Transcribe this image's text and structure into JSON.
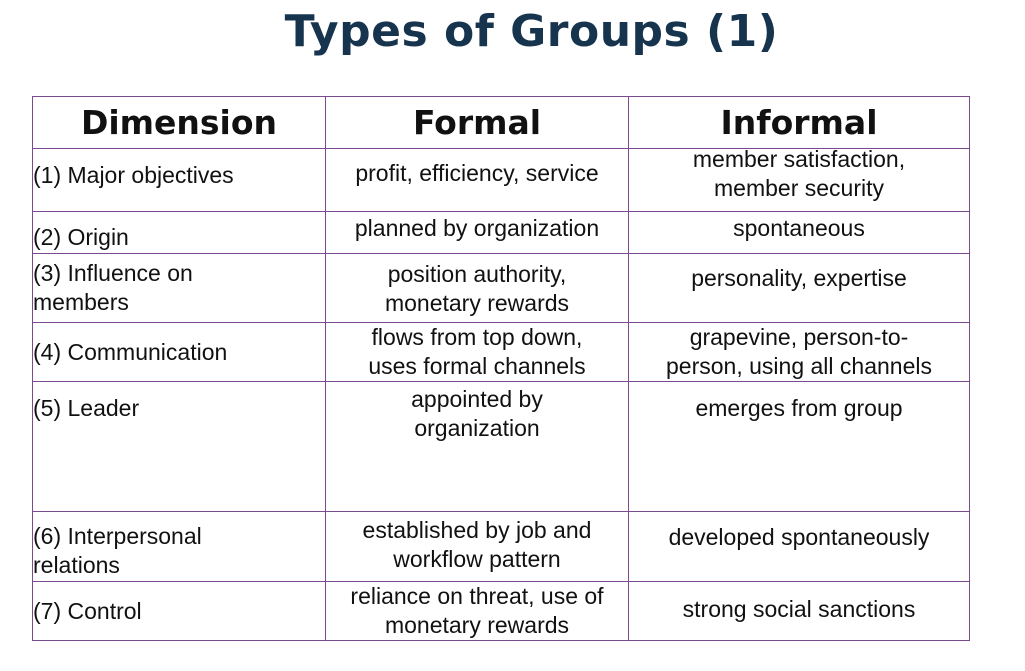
{
  "title": "Types of Groups (1)",
  "table": {
    "headers": {
      "dimension": "Dimension",
      "formal": "Formal",
      "informal": "Informal"
    },
    "rows": [
      {
        "dimension": "(1) Major objectives",
        "formal": "profit, efficiency, service",
        "informal_1": "member satisfaction,",
        "informal_2": "member security"
      },
      {
        "dimension": "(2) Origin",
        "formal": "planned by organization",
        "informal": "spontaneous"
      },
      {
        "dimension_1": "(3) Influence on",
        "dimension_2": "members",
        "formal_1": "position authority,",
        "formal_2": "monetary rewards",
        "informal": "personality, expertise"
      },
      {
        "dimension": "(4) Communication",
        "formal_1": "flows from top down,",
        "formal_2": "uses formal channels",
        "informal_1": "grapevine, person-to-",
        "informal_2": "person, using all channels"
      },
      {
        "dimension": "(5) Leader",
        "formal_1": "appointed by",
        "formal_2": "organization",
        "informal": "emerges from group"
      },
      {
        "dimension_1": "(6) Interpersonal",
        "dimension_2": "relations",
        "formal_1": "established by job and",
        "formal_2": "workflow pattern",
        "informal": "developed spontaneously"
      },
      {
        "dimension": "(7) Control",
        "formal_1": "reliance on threat, use of",
        "formal_2": "monetary rewards",
        "informal": "strong social sanctions"
      }
    ]
  }
}
